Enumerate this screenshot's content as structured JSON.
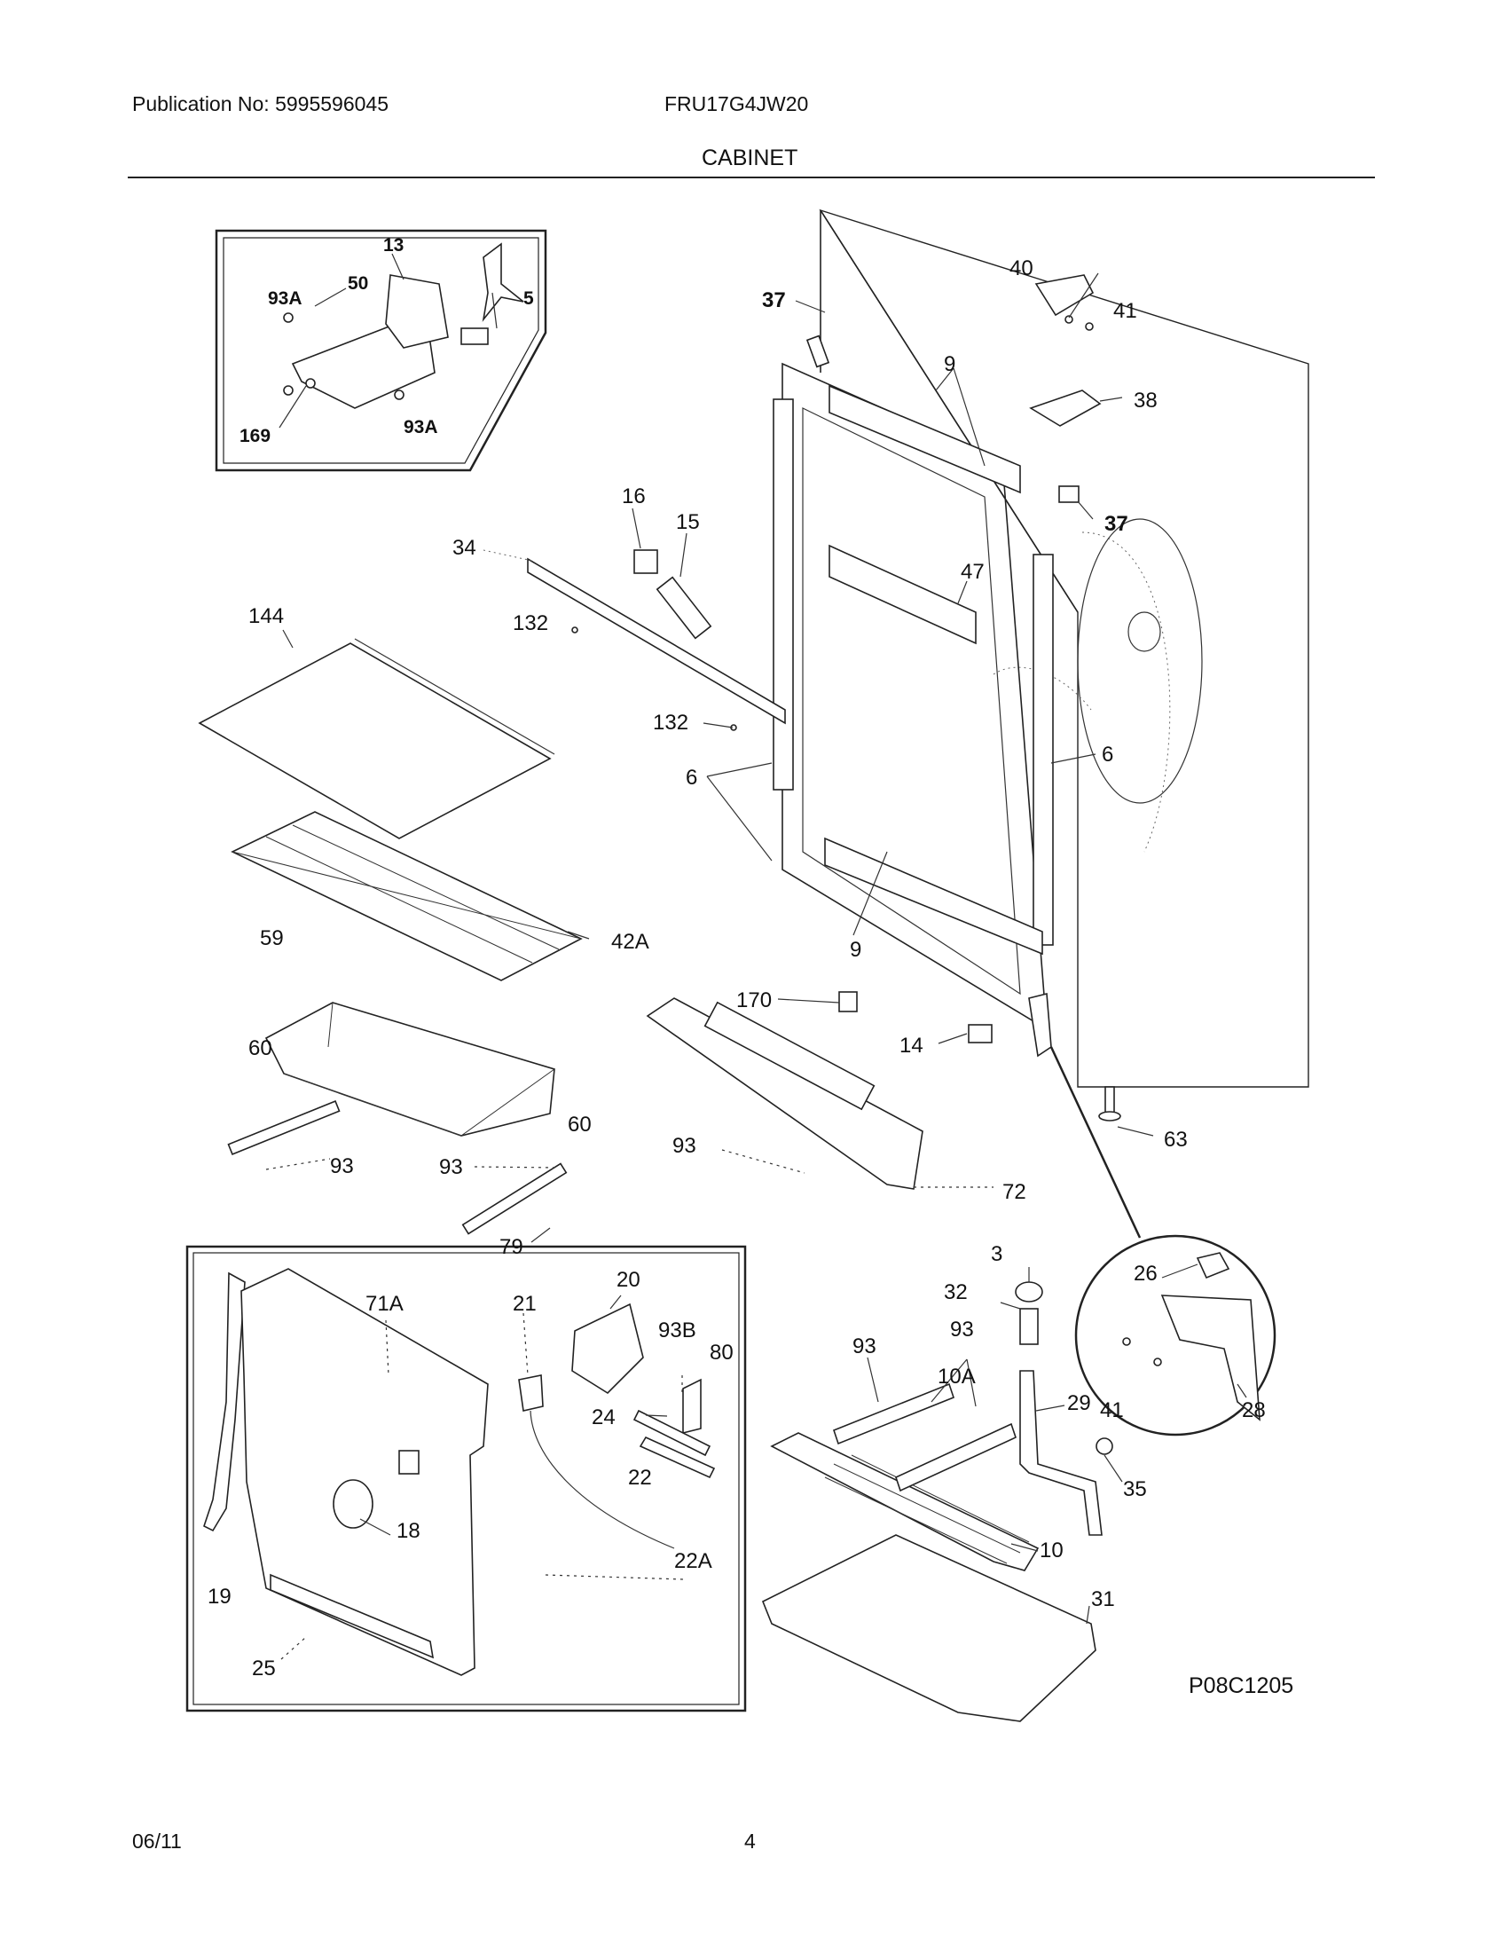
{
  "header": {
    "publication": "Publication No: 5995596045",
    "model": "FRU17G4JW20",
    "section_title": "CABINET"
  },
  "footer": {
    "date": "06/11",
    "page_number": "4"
  },
  "diagram": {
    "figure_code": "P08C1205",
    "callouts": {
      "c13": "13",
      "c93a_1": "93A",
      "c50": "50",
      "c5": "5",
      "c169": "169",
      "c93a_2": "93A",
      "c37a": "37",
      "c37b": "37",
      "c40": "40",
      "c41a": "41",
      "c38": "38",
      "c9a": "9",
      "c16": "16",
      "c15": "15",
      "c34": "34",
      "c47": "47",
      "c144": "144",
      "c132a": "132",
      "c132b": "132",
      "c6a": "6",
      "c6b": "6",
      "c42a": "42A",
      "c59": "59",
      "c9b": "9",
      "c170": "170",
      "c14": "14",
      "c60a": "60",
      "c60b": "60",
      "c93a": "93",
      "c93b": "93",
      "c93c": "93",
      "c63": "63",
      "c72": "72",
      "c79": "79",
      "c20": "20",
      "c71a": "71A",
      "c21": "21",
      "c93b_bolt": "93B",
      "c80": "80",
      "c24": "24",
      "c22": "22",
      "c22a": "22A",
      "c18": "18",
      "c19": "19",
      "c25": "25",
      "c3": "3",
      "c32": "32",
      "c93d": "93",
      "c93e": "93",
      "c10a": "10A",
      "c29": "29",
      "c10": "10",
      "c35": "35",
      "c31": "31",
      "c26": "26",
      "c41b": "41",
      "c28": "28"
    }
  }
}
